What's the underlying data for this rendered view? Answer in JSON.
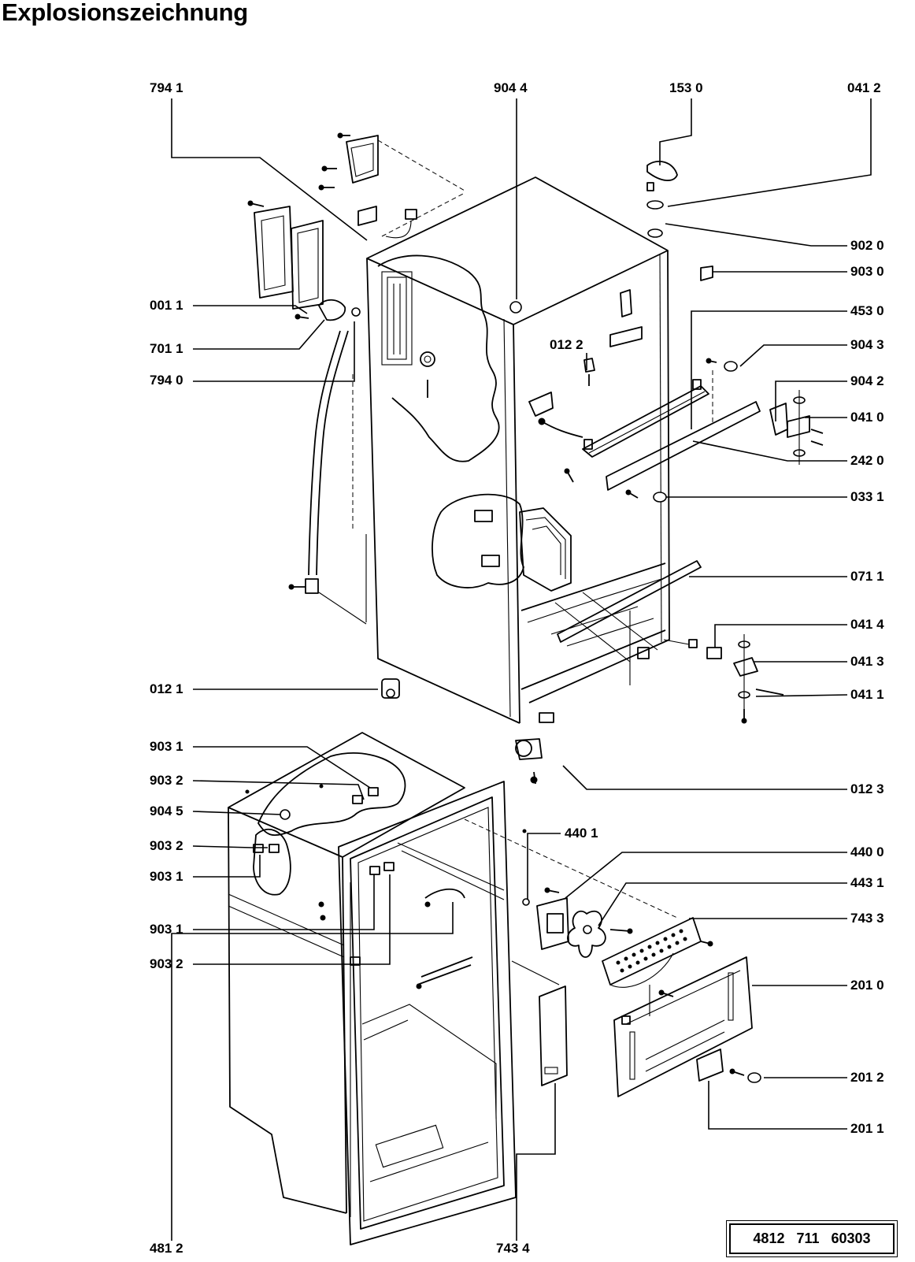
{
  "title": "Explosionszeichnung",
  "document_number": "4812  711  60303",
  "part_labels": [
    "794 1",
    "904  4",
    "153 0",
    "041 2",
    "902 0",
    "903 0",
    "001 1",
    "453 0",
    "701 1",
    "904 3",
    "794 0",
    "012  2",
    "904 2",
    "041 0",
    "242 0",
    "033 1",
    "071 1",
    "041 4",
    "041 3",
    "012 1",
    "041 1",
    "903 1",
    "903 2",
    "012 3",
    "904 5",
    "903 2",
    "440 1",
    "440 0",
    "903 1",
    "443 1",
    "743 3",
    "903 1",
    "903 2",
    "201 0",
    "481 2",
    "201 2",
    "201 1",
    "743 4"
  ]
}
